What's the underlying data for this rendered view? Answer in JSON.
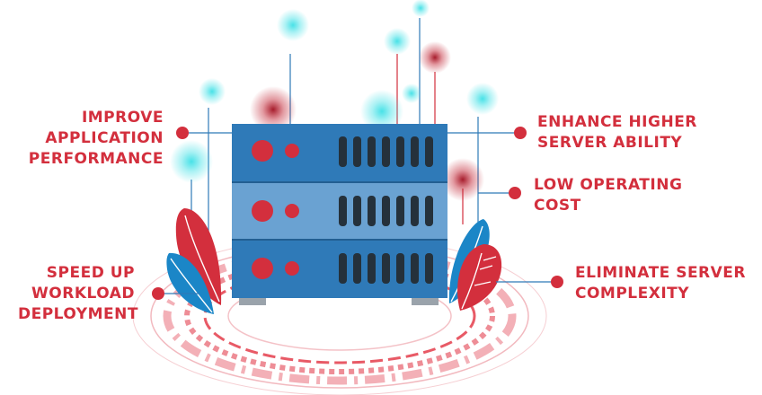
{
  "labels": {
    "improve": [
      "IMPROVE",
      "APPLICATION",
      "PERFORMANCE"
    ],
    "speed": [
      "SPEED UP",
      "WORKLOAD",
      "DEPLOYMENT"
    ],
    "enhance": [
      "ENHANCE HIGHER",
      "SERVER ABILITY"
    ],
    "low_cost": [
      "LOW OPERATING",
      "COST"
    ],
    "eliminate": [
      "ELIMINATE SERVER",
      "COMPLEXITY"
    ]
  },
  "colors": {
    "accent_red": "#d32f3d",
    "server_blue": "#2f7ab8",
    "server_mid": "#6aa2d2",
    "connector_blue": "#2f7ab8",
    "glow_cyan": "#3fe0e6",
    "leaf_blue": "#1b86c7"
  }
}
